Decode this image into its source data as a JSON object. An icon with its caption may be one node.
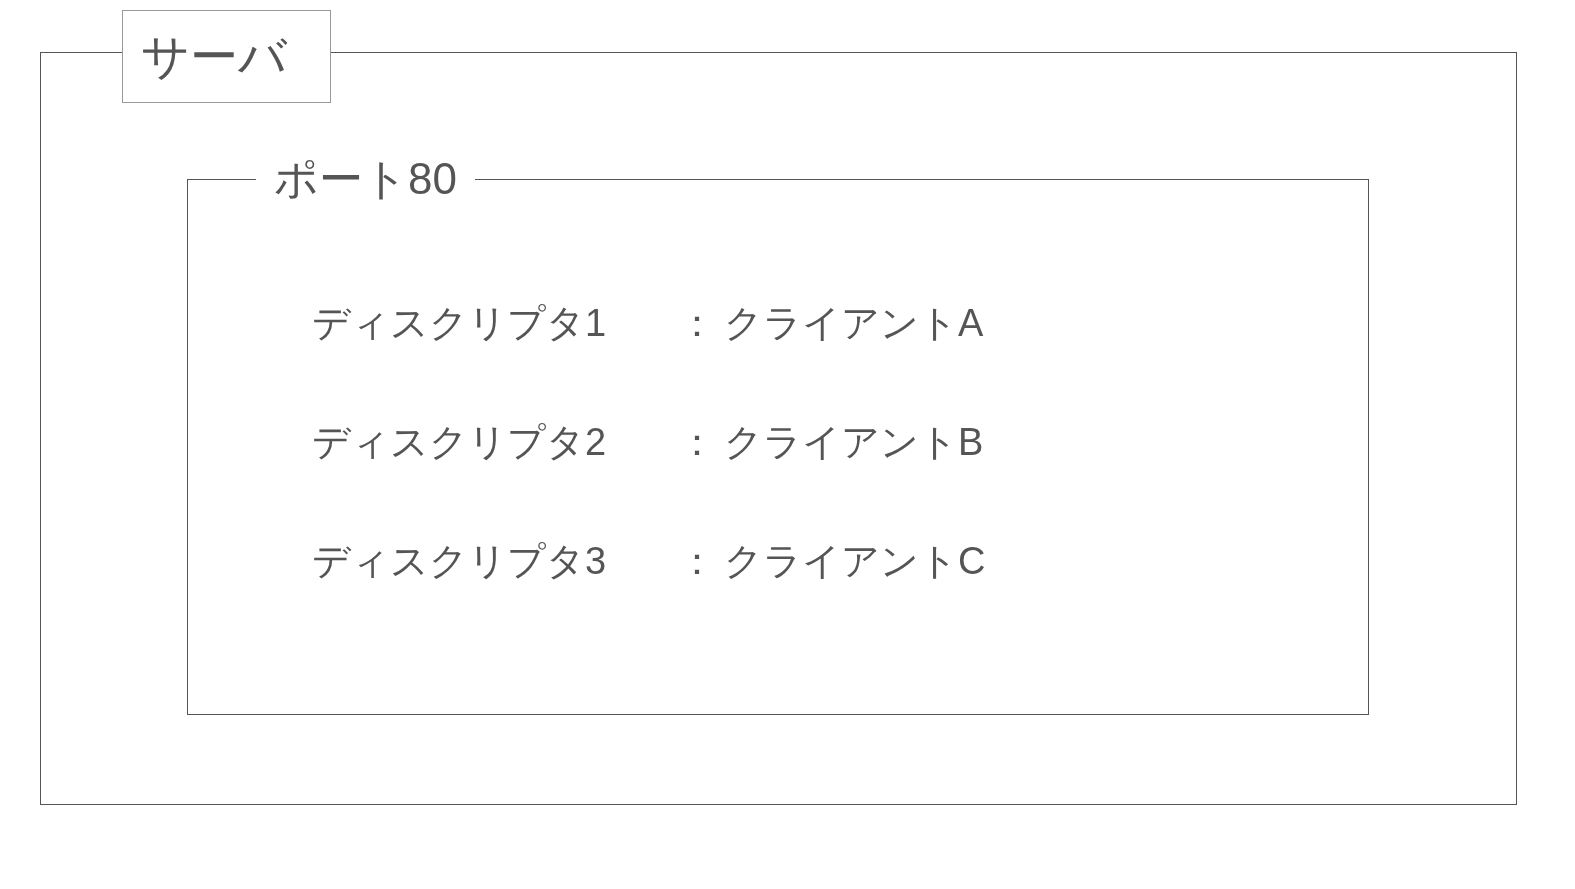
{
  "diagram": {
    "nodes": [
      {
        "text": [
          "サーバ"
        ]
      },
      {
        "text": [
          "ポート80"
        ],
        "in": 0
      }
    ],
    "labels": [
      "ディスクリプタ1",
      "：",
      "クライアントA",
      "ディスクリプタ2",
      "：",
      "クライアントB",
      "ディスクリプタ3",
      "：",
      "クライアントC"
    ]
  }
}
